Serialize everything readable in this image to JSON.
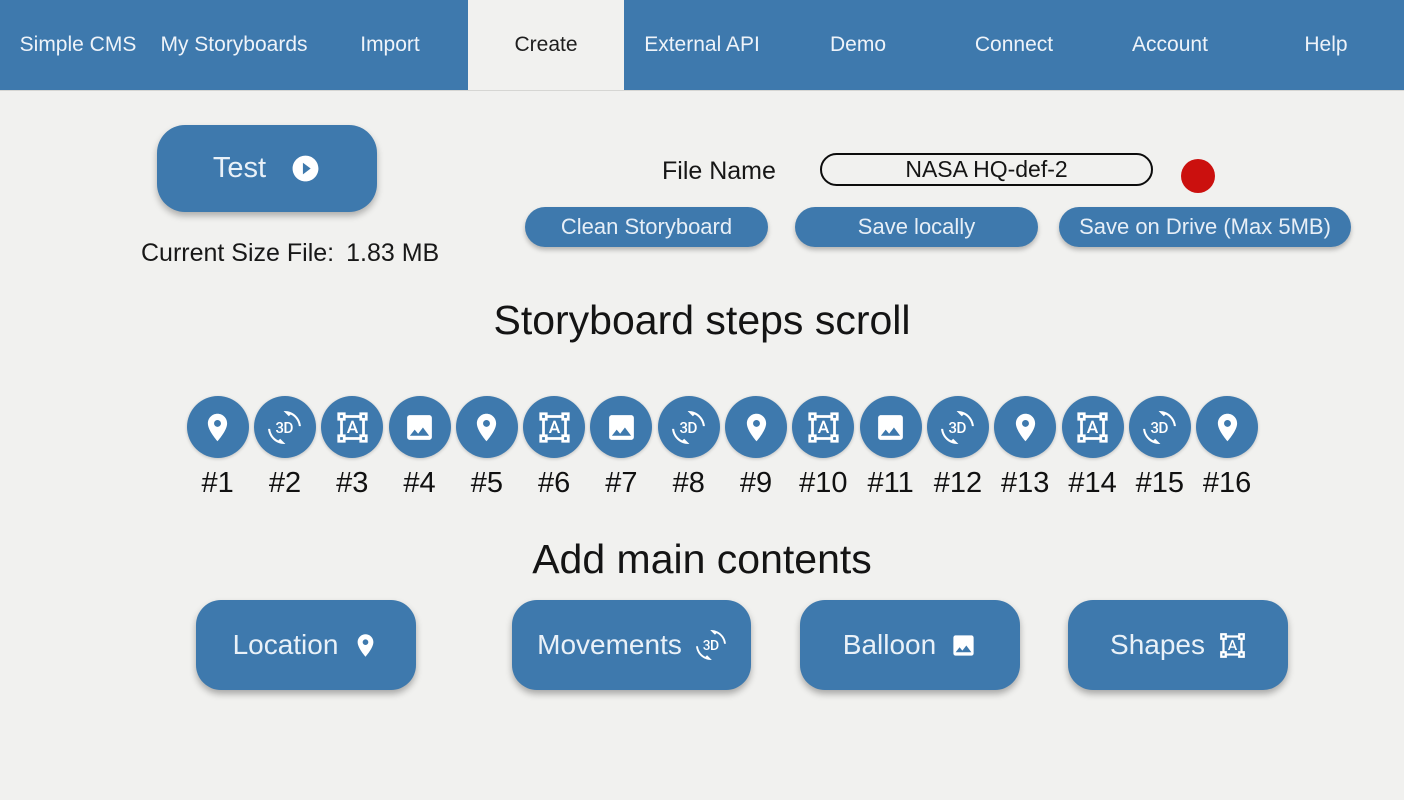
{
  "nav": {
    "items": [
      {
        "label": "Simple CMS",
        "active": false
      },
      {
        "label": "My Storyboards",
        "active": false
      },
      {
        "label": "Import",
        "active": false
      },
      {
        "label": "Create",
        "active": true
      },
      {
        "label": "External API",
        "active": false
      },
      {
        "label": "Demo",
        "active": false
      },
      {
        "label": "Connect",
        "active": false
      },
      {
        "label": "Account",
        "active": false
      },
      {
        "label": "Help",
        "active": false
      }
    ]
  },
  "toolbar": {
    "test_label": "Test",
    "test_icon": "play-circle-icon",
    "current_size_label": "Current Size File:",
    "current_size_value": "1.83 MB",
    "file_name_label": "File Name",
    "file_name_value": "NASA HQ-def-2",
    "clean_label": "Clean Storyboard",
    "save_local_label": "Save locally",
    "save_drive_label": "Save on Drive (Max 5MB)",
    "status_dot": "red-recording-dot"
  },
  "storyboard": {
    "title": "Storyboard steps scroll",
    "steps": [
      {
        "label": "#1",
        "icon": "location-pin-icon"
      },
      {
        "label": "#2",
        "icon": "3d-rotation-icon"
      },
      {
        "label": "#3",
        "icon": "shapes-icon"
      },
      {
        "label": "#4",
        "icon": "image-icon"
      },
      {
        "label": "#5",
        "icon": "location-pin-icon"
      },
      {
        "label": "#6",
        "icon": "shapes-icon"
      },
      {
        "label": "#7",
        "icon": "image-icon"
      },
      {
        "label": "#8",
        "icon": "3d-rotation-icon"
      },
      {
        "label": "#9",
        "icon": "location-pin-icon"
      },
      {
        "label": "#10",
        "icon": "shapes-icon"
      },
      {
        "label": "#11",
        "icon": "image-icon"
      },
      {
        "label": "#12",
        "icon": "3d-rotation-icon"
      },
      {
        "label": "#13",
        "icon": "location-pin-icon"
      },
      {
        "label": "#14",
        "icon": "shapes-icon"
      },
      {
        "label": "#15",
        "icon": "3d-rotation-icon"
      },
      {
        "label": "#16",
        "icon": "location-pin-icon"
      }
    ]
  },
  "contents": {
    "title": "Add main contents",
    "buttons": [
      {
        "label": "Location",
        "icon": "location-pin-icon"
      },
      {
        "label": "Movements",
        "icon": "3d-rotation-icon"
      },
      {
        "label": "Balloon",
        "icon": "image-icon"
      },
      {
        "label": "Shapes",
        "icon": "shapes-icon"
      }
    ]
  },
  "colors": {
    "primary_blue": "#3e79ad",
    "background": "#f1f1ef",
    "status_red": "#cb100e",
    "nav_text": "#eef3f9",
    "active_tab_text": "#1e1e1e"
  }
}
